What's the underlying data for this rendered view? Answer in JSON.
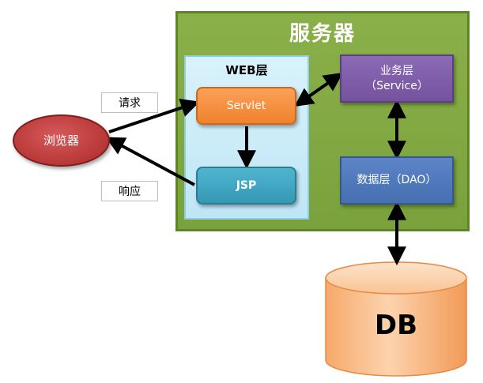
{
  "server": {
    "title": "服务器"
  },
  "web_layer": {
    "title": "WEB层"
  },
  "nodes": {
    "servlet": "Servlet",
    "jsp": "JSP",
    "service_line1": "业务层",
    "service_line2": "（Service）",
    "dao": "数据层（DAO）",
    "browser": "浏览器",
    "db": "DB"
  },
  "labels": {
    "request": "请求",
    "response": "响应"
  },
  "colors": {
    "server_green": "#7aa23c",
    "web_layer_blue": "#bfe6f6",
    "servlet_orange": "#f0822c",
    "jsp_teal": "#3598b4",
    "service_purple": "#74529e",
    "dao_blue": "#4670b3",
    "browser_red": "#b63434",
    "db_peach": "#fbc291"
  }
}
